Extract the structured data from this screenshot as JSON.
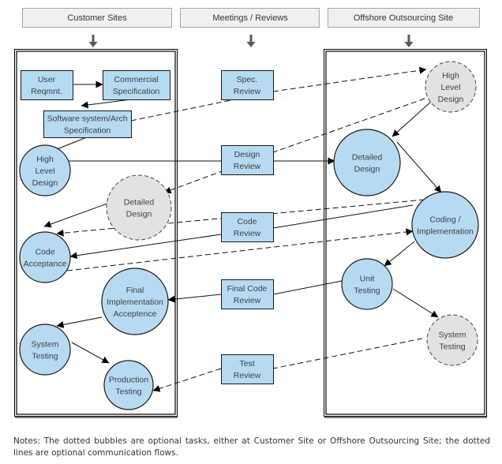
{
  "columns": [
    {
      "id": "customer",
      "title": "Customer Sites"
    },
    {
      "id": "meetings",
      "title": "Meetings / Reviews"
    },
    {
      "id": "offshore",
      "title": "Offshore Outsourcing Site"
    }
  ],
  "nodes": [
    {
      "id": "user_reqmnt",
      "shape": "box",
      "optional": false,
      "lines": [
        "User",
        "Reqmnt."
      ]
    },
    {
      "id": "commercial_spec",
      "shape": "box",
      "optional": false,
      "lines": [
        "Commercial",
        "Specification"
      ]
    },
    {
      "id": "sw_arch_spec",
      "shape": "box",
      "optional": false,
      "lines": [
        "Software system/Arch",
        "Specification"
      ]
    },
    {
      "id": "cust_hld",
      "shape": "circle",
      "optional": false,
      "lines": [
        "High",
        "Level",
        "Design"
      ]
    },
    {
      "id": "cust_dd",
      "shape": "circle",
      "optional": true,
      "lines": [
        "Detailed",
        "Design"
      ]
    },
    {
      "id": "code_acceptance",
      "shape": "circle",
      "optional": false,
      "lines": [
        "Code",
        "Acceptance"
      ]
    },
    {
      "id": "final_impl_accept",
      "shape": "circle",
      "optional": false,
      "lines": [
        "Final",
        "Implementation",
        "Acceptence"
      ]
    },
    {
      "id": "cust_system_testing",
      "shape": "circle",
      "optional": false,
      "lines": [
        "System",
        "Testing"
      ]
    },
    {
      "id": "production_testing",
      "shape": "circle",
      "optional": false,
      "lines": [
        "Production",
        "Testing"
      ]
    },
    {
      "id": "spec_review",
      "shape": "box",
      "optional": false,
      "lines": [
        "Spec.",
        "Review"
      ]
    },
    {
      "id": "design_review",
      "shape": "box",
      "optional": false,
      "lines": [
        "Design",
        "Review"
      ]
    },
    {
      "id": "code_review",
      "shape": "box",
      "optional": false,
      "lines": [
        "Code",
        "Review"
      ]
    },
    {
      "id": "final_code_review",
      "shape": "box",
      "optional": false,
      "lines": [
        "Final Code",
        "Review"
      ]
    },
    {
      "id": "test_review",
      "shape": "box",
      "optional": false,
      "lines": [
        "Test",
        "Review"
      ]
    },
    {
      "id": "off_hld",
      "shape": "circle",
      "optional": true,
      "lines": [
        "High",
        "Level",
        "Design"
      ]
    },
    {
      "id": "off_dd",
      "shape": "circle",
      "optional": false,
      "lines": [
        "Detailed",
        "Design"
      ]
    },
    {
      "id": "coding_impl",
      "shape": "circle",
      "optional": false,
      "lines": [
        "Coding /",
        "Implementation"
      ]
    },
    {
      "id": "unit_testing",
      "shape": "circle",
      "optional": false,
      "lines": [
        "Unit",
        "Testing"
      ]
    },
    {
      "id": "off_system_testing",
      "shape": "circle",
      "optional": true,
      "lines": [
        "System",
        "Testing"
      ]
    }
  ],
  "edges": [
    {
      "from": "user_reqmnt",
      "to": "commercial_spec",
      "style": "solid"
    },
    {
      "from": "commercial_spec",
      "to": "sw_arch_spec",
      "style": "solid"
    },
    {
      "from": "sw_arch_spec",
      "to": "cust_hld",
      "style": "solid"
    },
    {
      "from": "sw_arch_spec",
      "to": "spec_review",
      "style": "dashed",
      "arrow": false
    },
    {
      "from": "spec_review",
      "to": "off_hld",
      "style": "dashed"
    },
    {
      "from": "cust_hld",
      "to": "design_review",
      "style": "solid",
      "arrow": false
    },
    {
      "from": "design_review",
      "to": "off_dd",
      "style": "solid"
    },
    {
      "from": "off_hld",
      "to": "off_dd",
      "style": "solid"
    },
    {
      "from": "off_hld",
      "to": "design_review",
      "style": "dashed",
      "arrow": false
    },
    {
      "from": "design_review",
      "to": "cust_dd",
      "style": "dashed"
    },
    {
      "from": "cust_dd",
      "to": "code_acceptance",
      "style": "solid"
    },
    {
      "from": "off_dd",
      "to": "coding_impl",
      "style": "solid"
    },
    {
      "from": "coding_impl",
      "to": "code_acceptance",
      "style": "dashed"
    },
    {
      "from": "coding_impl",
      "to": "code_review",
      "style": "solid",
      "arrow": false
    },
    {
      "from": "code_review",
      "to": "code_acceptance",
      "style": "solid"
    },
    {
      "from": "code_acceptance",
      "to": "coding_impl",
      "style": "dashed"
    },
    {
      "from": "coding_impl",
      "to": "unit_testing",
      "style": "solid"
    },
    {
      "from": "unit_testing",
      "to": "final_code_review",
      "style": "solid",
      "arrow": false
    },
    {
      "from": "final_code_review",
      "to": "final_impl_accept",
      "style": "solid"
    },
    {
      "from": "unit_testing",
      "to": "off_system_testing",
      "style": "solid"
    },
    {
      "from": "final_impl_accept",
      "to": "cust_system_testing",
      "style": "solid"
    },
    {
      "from": "cust_system_testing",
      "to": "production_testing",
      "style": "solid"
    },
    {
      "from": "off_system_testing",
      "to": "test_review",
      "style": "dashed",
      "arrow": false
    },
    {
      "from": "test_review",
      "to": "production_testing",
      "style": "dashed"
    }
  ],
  "notes": "Notes: The dotted bubbles are optional tasks, either at Customer Site or Offshore Outsourcing Site; the dotted lines are optional communication flows."
}
